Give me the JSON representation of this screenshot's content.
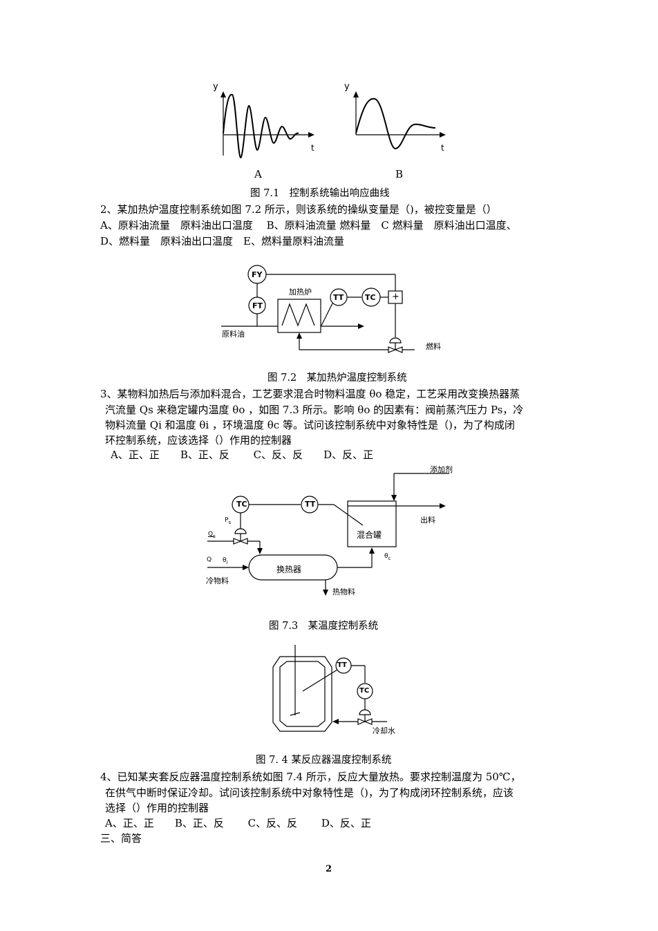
{
  "fig71": {
    "axis_y": "y",
    "axis_t": "t",
    "label_a": "A",
    "label_b": "B",
    "caption": "图 7.1　控制系统输出响应曲线"
  },
  "q2": {
    "stem": "2、某加热炉温度控制系统如图 7.2 所示，则该系统的操纵变量是（)，被控变量是（）",
    "options_line1": "A、原料油流量　原料油出口温度　 B、原料油流量 燃料量　C 燃料量　原料油出口温度、",
    "options_line2": "D、燃料量　原料油出口温度　E、燃料量原料油流量"
  },
  "fig72": {
    "fy": "FY",
    "ft": "FT",
    "tt": "TT",
    "tc": "TC",
    "plus": "+",
    "furnace": "加热炉",
    "raw_oil": "原料油",
    "fuel": "燃料",
    "caption": "图 7.2　某加热炉温度控制系统"
  },
  "q3": {
    "line1": "3、某物料加热后与添加料混合，工艺要求混合时物料温度 θo 稳定，工艺采用改变换热器蒸",
    "line2": "汽流量 Qs 来稳定罐内温度 θo ，如图 7.3 所示。影响 θo 的因素有：阀前蒸汽压力 Ps，冷",
    "line3": "物料流量 Qi 和温度 θi ，环境温度 θc 等。试问该控制系统中对象特性是（)，为了构成闭",
    "line4": "环控制系统，应该选择（）作用的控制器",
    "options": "A、正、正　　B、正、反　　 C、反、反　　D、反、正"
  },
  "fig73": {
    "additive": "添加剂",
    "tc": "TC",
    "tt": "TT",
    "outlet": "出料",
    "ps": "P",
    "ps_sub": "s",
    "qs": "Q",
    "qs_sub": "s",
    "mixer": "混合罐",
    "qi": "Q",
    "theta_i": "θ",
    "theta_i_sub": "i",
    "theta_c": "θ",
    "theta_c_sub": "c",
    "exchanger": "换热器",
    "cold": "冷物料",
    "hot": "热物料",
    "caption": "图 7.3　某温度控制系统"
  },
  "fig74": {
    "tt": "TT",
    "tc": "TC",
    "cooling": "冷却水",
    "caption": "图 7. 4 某反应器温度控制系统"
  },
  "q4": {
    "line1": "4、已知某夹套反应器温度控制系统如图 7.4 所示，反应大量放热。要求控制温度为 50℃，",
    "line2": "在供气中断时保证冷却。试问该控制系统中对象特性是（)，为了构成闭环控制系统，应该",
    "line3": "选择（）作用的控制器",
    "options": "A、正、正　　B、正、反　　 C、反、反　　 D、反、正"
  },
  "section3": "三、简答",
  "page_number": "2"
}
